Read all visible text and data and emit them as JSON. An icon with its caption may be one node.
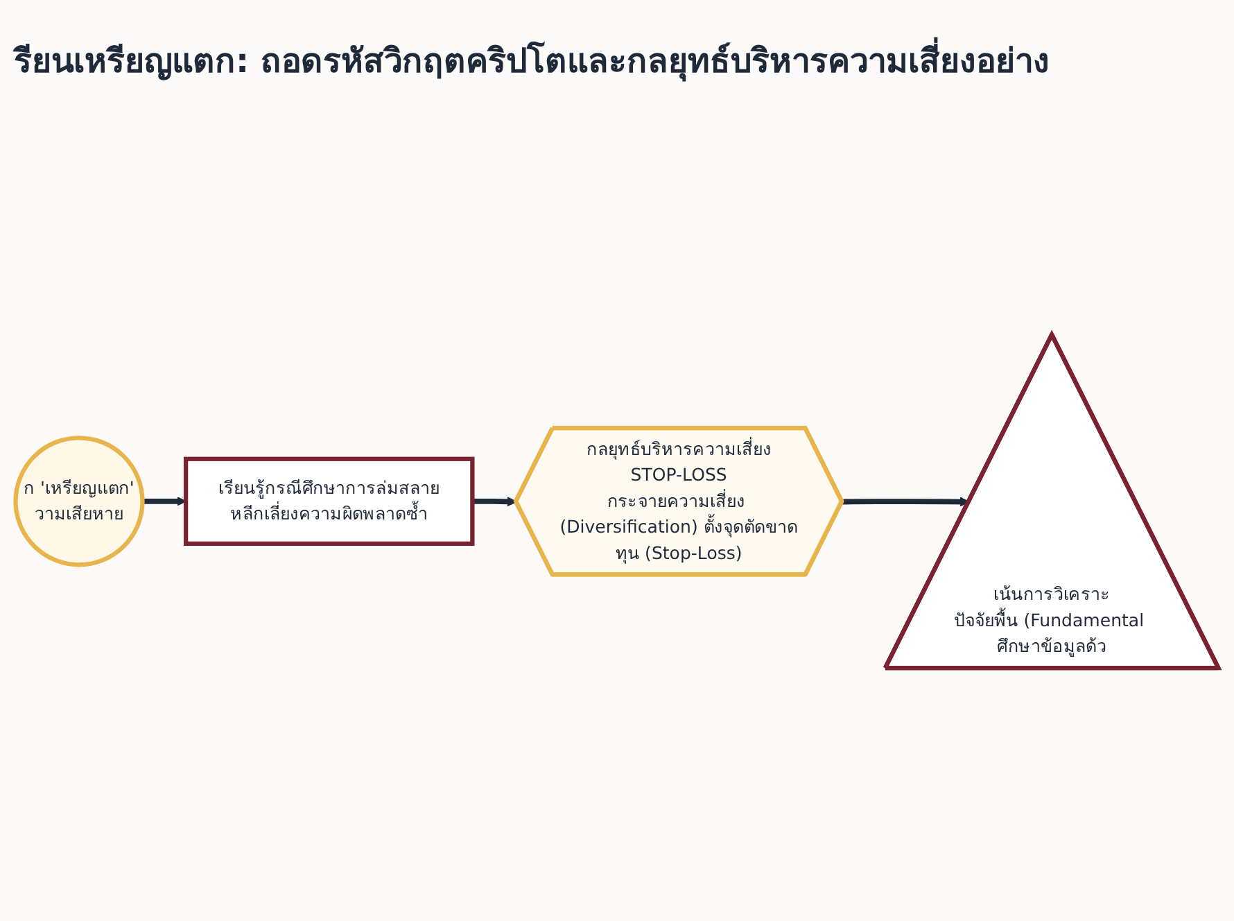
{
  "diagram": {
    "title": "รียนเหรียญแตก: ถอดรหัสวิกฤตคริปโตและกลยุทธ์บริหารความเสี่ยงอย่าง",
    "nodes": [
      {
        "text": [
          "ก 'เหรียญแตก'",
          "วามเสียหาย"
        ]
      },
      {
        "text": [
          "เรียนรู้กรณีศึกษาการล่มสลาย",
          "หลีกเลี่ยงความผิดพลาดซ้ำ"
        ]
      },
      {
        "text": [
          "กลยุทธ์บริหารความเสี่ยง",
          "STOP-LOSS",
          "กระจายความเสี่ยง (Diversification) ตั้งจุดตัดขาดทุน (Stop-Loss)"
        ]
      },
      {
        "text": [
          "เน้นการวิเคราะ",
          "ปัจจัยพื้น (Fundamental ศึกษาข้อมูลด้ว"
        ]
      }
    ],
    "edges": [
      {
        "from": 0,
        "to": 1,
        "arrow": "to"
      },
      {
        "from": 1,
        "to": 2,
        "arrow": "to"
      },
      {
        "from": 2,
        "to": 3,
        "arrow": "to"
      }
    ]
  }
}
